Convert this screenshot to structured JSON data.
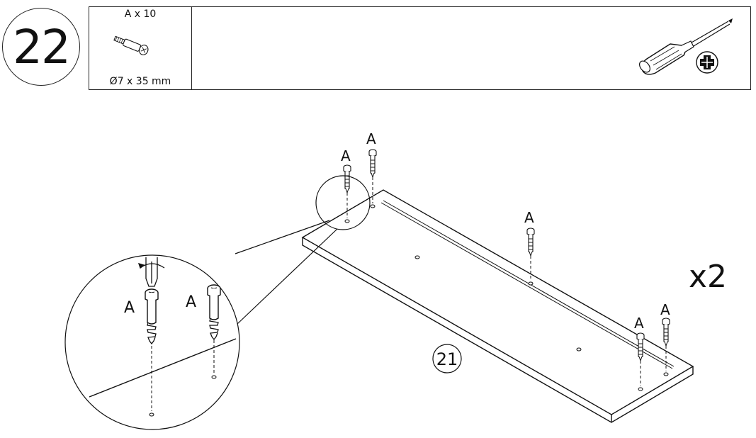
{
  "step": {
    "number": "22"
  },
  "parts": {
    "quantity_label": "A x 10",
    "size_label": "Ø7 x 35 mm",
    "tool": "phillips-screwdriver-icon"
  },
  "diagram": {
    "panel_label": "21",
    "multiplier": "x2",
    "fitting_labels": [
      "A",
      "A",
      "A",
      "A",
      "A",
      "A",
      "A"
    ]
  }
}
